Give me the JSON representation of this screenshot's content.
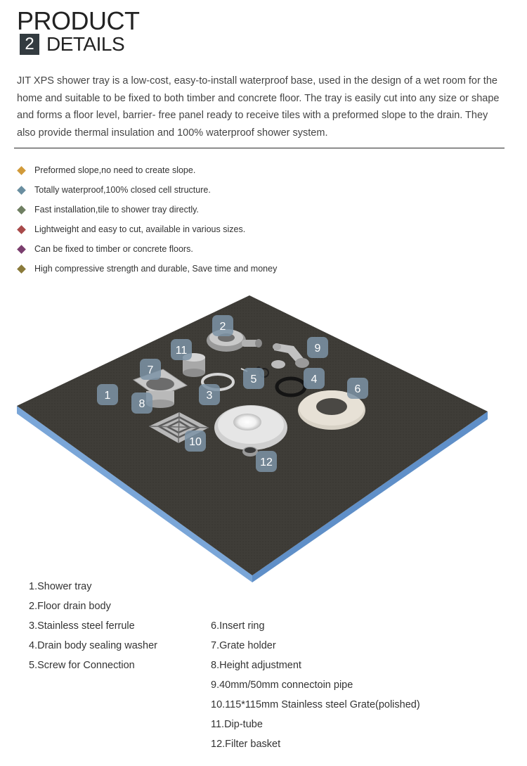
{
  "header": {
    "title": "PRODUCT",
    "number": "2",
    "subtitle": "DETAILS"
  },
  "intro": "JIT XPS shower tray is a low-cost, easy-to-install waterproof base, used in the design of a wet room for the home and suitable to be fixed to both timber and concrete floor. The tray is easily cut into any size or shape and forms a floor level, barrier- free panel ready to receive tiles with a preformed slope to the drain. They also provide thermal insulation and 100% waterproof shower system.",
  "features": [
    {
      "text": "Preformed slope,no need to create slope.",
      "color": "#d19a3a"
    },
    {
      "text": "Totally waterproof,100% closed cell structure.",
      "color": "#6a8ea0"
    },
    {
      "text": "Fast installation,tile to shower tray directly.",
      "color": "#6f7f62"
    },
    {
      "text": "Lightweight and easy to cut, available in various sizes.",
      "color": "#a84a4a"
    },
    {
      "text": "Can be fixed to timber or concrete floors.",
      "color": "#7a3e6e"
    },
    {
      "text": "High compressive strength and durable, Save time and money",
      "color": "#8a7a3a"
    }
  ],
  "callouts": [
    "1",
    "2",
    "3",
    "4",
    "5",
    "6",
    "7",
    "8",
    "9",
    "10",
    "11",
    "12"
  ],
  "parts_left": [
    "1.Shower tray",
    "2.Floor drain body",
    "3.Stainless steel ferrule",
    "4.Drain body sealing washer",
    "5.Screw for Connection"
  ],
  "parts_right": [
    "6.Insert ring",
    "7.Grate holder",
    "8.Height adjustment",
    "9.40mm/50mm connectoin pipe",
    "10.115*115mm Stainless steel Grate(polished)",
    "11.Dip-tube",
    "12.Filter basket"
  ]
}
